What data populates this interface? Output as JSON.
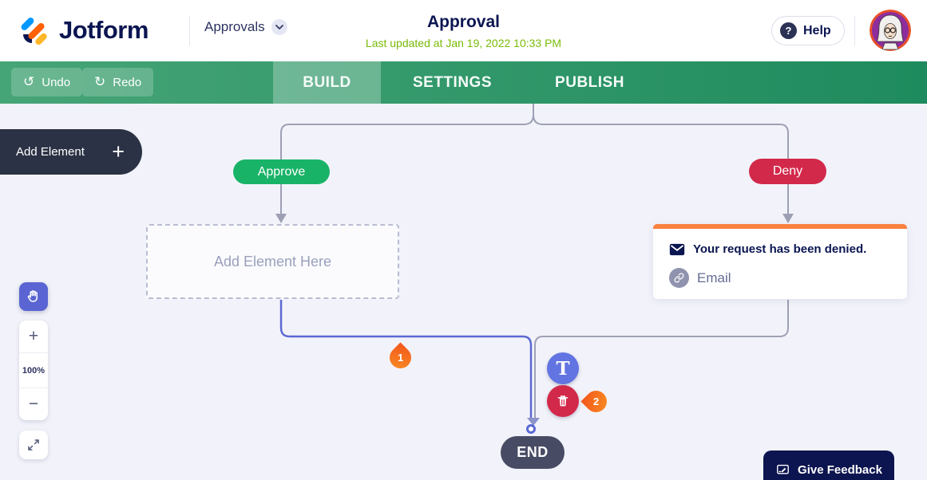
{
  "header": {
    "brand": "Jotform",
    "product": "Approvals",
    "title": "Approval",
    "last_updated": "Last updated at Jan 19, 2022 10:33 PM",
    "help": "Help",
    "help_q": "?"
  },
  "toolbar": {
    "undo": "Undo",
    "redo": "Redo",
    "tabs": {
      "build": "BUILD",
      "settings": "SETTINGS",
      "publish": "PUBLISH"
    }
  },
  "canvas": {
    "add_element": "Add Element",
    "add_element_icon": "+",
    "approve": "Approve",
    "deny": "Deny",
    "placeholder": "Add Element Here",
    "email_card": {
      "message": "Your request has been denied.",
      "type": "Email"
    },
    "end": "END",
    "text_tool": "T",
    "badges": {
      "one": "1",
      "two": "2"
    },
    "zoom": {
      "in": "+",
      "level": "100%",
      "out": "−"
    }
  },
  "feedback": "Give Feedback",
  "colors": {
    "navy": "#0a1551",
    "toolbar_green": "#2f9a6a",
    "updated_green": "#78bb07",
    "approve_green": "#19b368",
    "deny_red": "#d2294b",
    "card_top_orange": "#f9803f",
    "badge_orange": "#f4701f",
    "accent_blue": "#5c68d4",
    "line_gray": "#9da0b5"
  }
}
